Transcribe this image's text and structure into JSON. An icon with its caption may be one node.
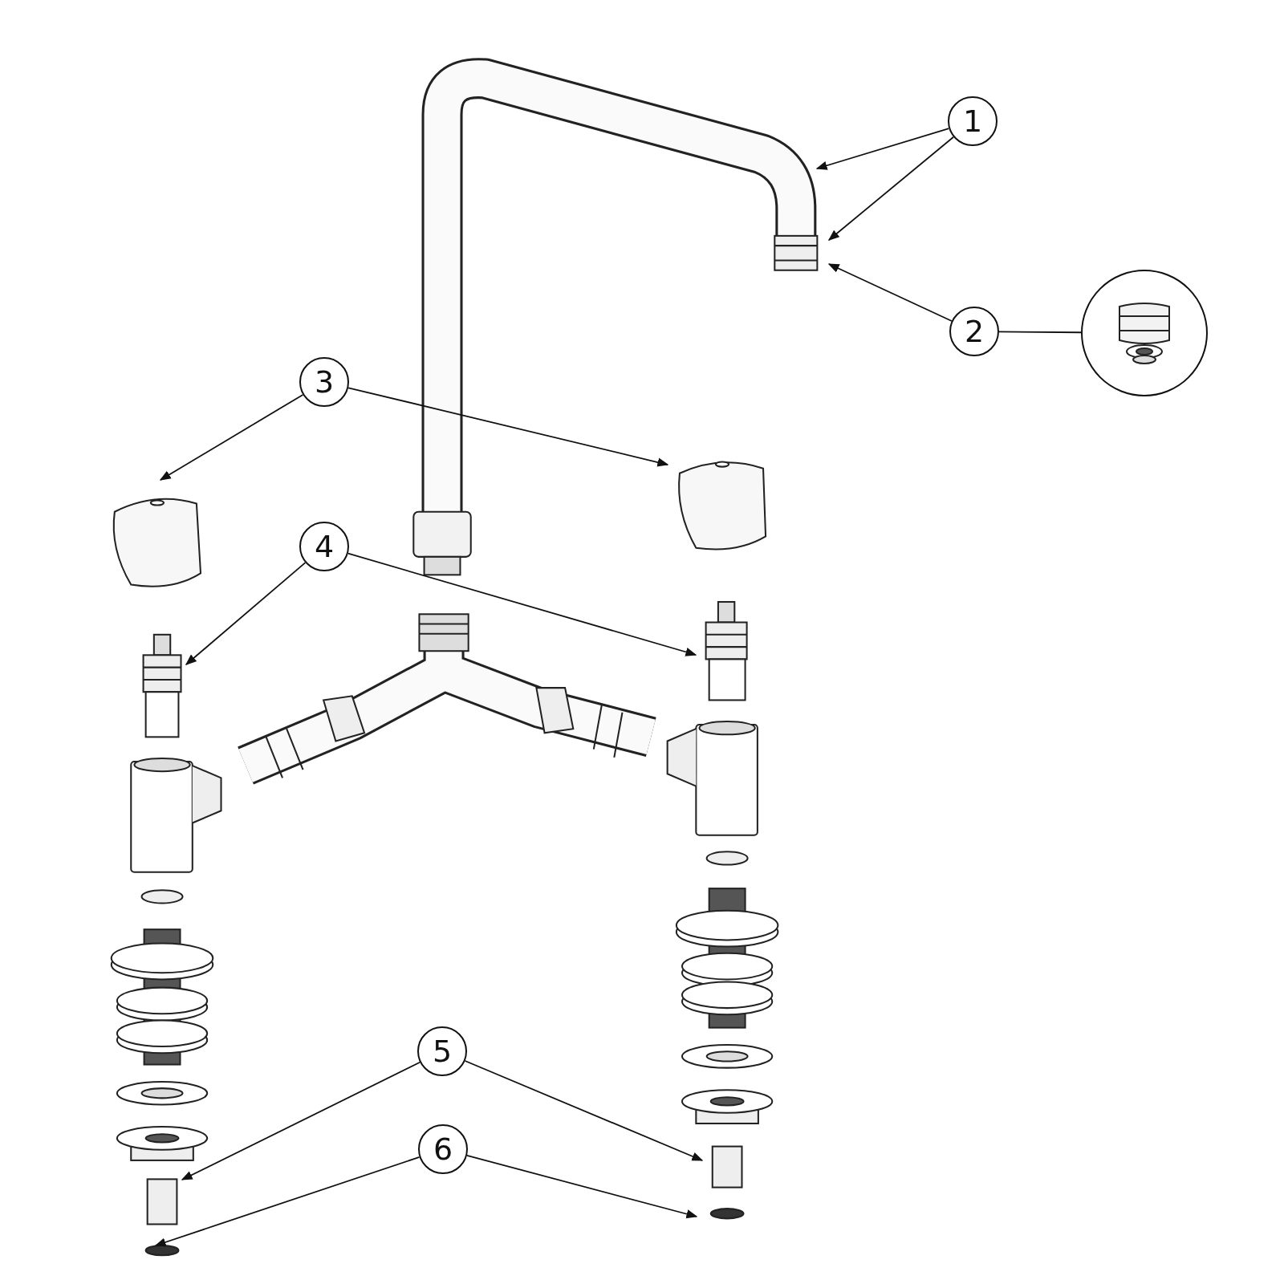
{
  "diagram": {
    "nodes": [
      {
        "text": [
          "1"
        ]
      },
      {
        "text": [
          "2"
        ]
      },
      {
        "text": [
          "3"
        ]
      },
      {
        "text": [
          "4"
        ]
      },
      {
        "text": [
          "5"
        ]
      },
      {
        "text": [
          "6"
        ]
      },
      {
        "text": [],
        "shape": "circle"
      }
    ],
    "edges": [
      {
        "from": 0,
        "to": null,
        "arrow": "to"
      },
      {
        "from": 0,
        "to": null,
        "arrow": "to"
      },
      {
        "from": 1,
        "to": null,
        "arrow": "to"
      },
      {
        "from": 1,
        "to": 6,
        "arrow": "none"
      },
      {
        "from": 2,
        "to": null,
        "arrow": "to"
      },
      {
        "from": 2,
        "to": null,
        "arrow": "to"
      },
      {
        "from": 3,
        "to": null,
        "arrow": "to"
      },
      {
        "from": 3,
        "to": null,
        "arrow": "to"
      },
      {
        "from": 4,
        "to": null,
        "arrow": "to"
      },
      {
        "from": 4,
        "to": null,
        "arrow": "to"
      },
      {
        "from": 5,
        "to": null,
        "arrow": "to"
      },
      {
        "from": 5,
        "to": null,
        "arrow": "to"
      }
    ]
  }
}
